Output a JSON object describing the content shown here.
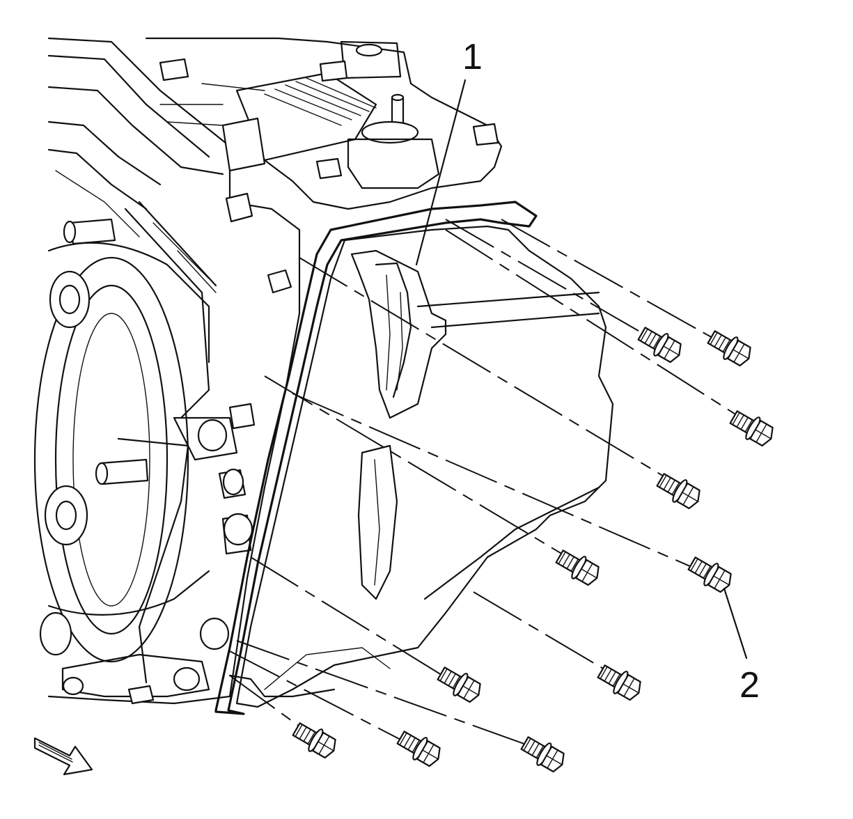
{
  "callouts": {
    "one": "1",
    "two": "2"
  },
  "parts": [
    {
      "id": "1",
      "name": "transmission-oil-pan"
    },
    {
      "id": "2",
      "name": "oil-pan-bolt"
    }
  ],
  "icons": {
    "direction_arrow": "front-direction-arrow-icon"
  }
}
